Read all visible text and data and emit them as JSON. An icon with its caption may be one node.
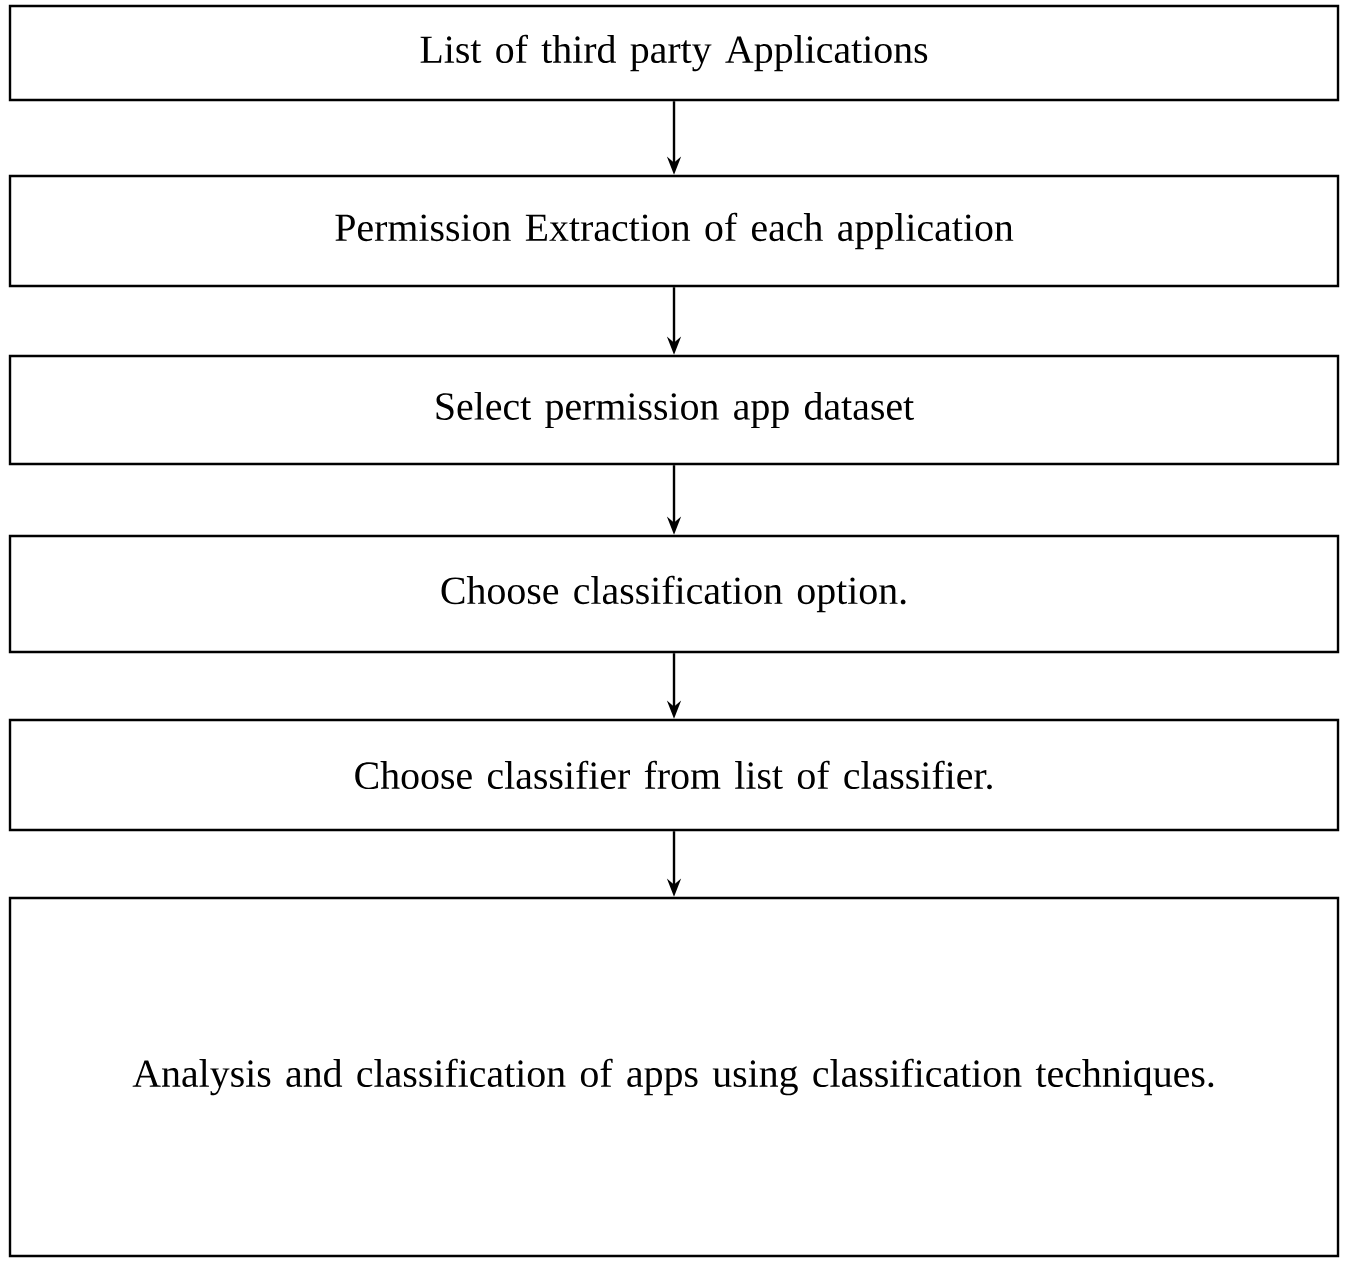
{
  "diagram": {
    "nodes": [
      {
        "text": [
          "List of third party Applications"
        ]
      },
      {
        "text": [
          "Permission Extraction of each application"
        ]
      },
      {
        "text": [
          "Select permission app dataset"
        ]
      },
      {
        "text": [
          "Choose classification option."
        ]
      },
      {
        "text": [
          "Choose classifier from list of classifier."
        ]
      },
      {
        "text": [
          "Analysis and classification of apps using classification techniques."
        ]
      }
    ],
    "edges": [
      {
        "from": 0,
        "to": 1,
        "arrow": "to"
      },
      {
        "from": 1,
        "to": 2,
        "arrow": "to"
      },
      {
        "from": 2,
        "to": 3,
        "arrow": "to"
      },
      {
        "from": 3,
        "to": 4,
        "arrow": "to"
      },
      {
        "from": 4,
        "to": 5,
        "arrow": "to"
      }
    ]
  }
}
